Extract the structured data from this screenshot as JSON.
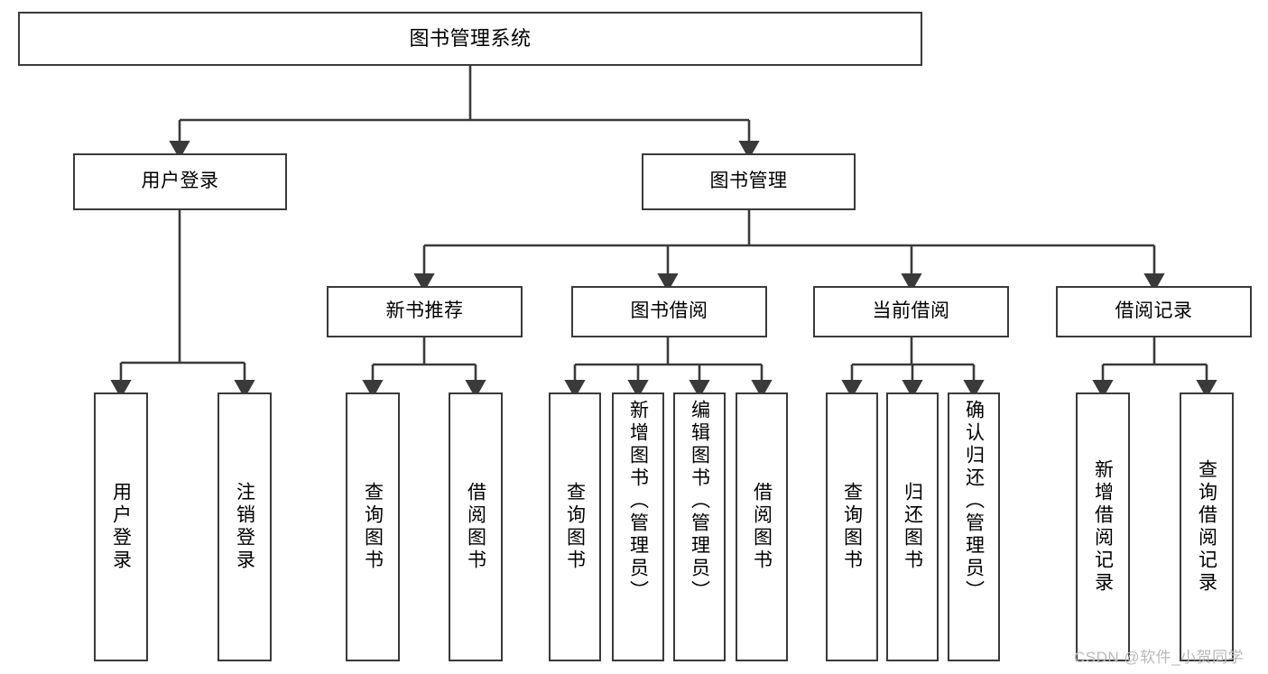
{
  "diagram": {
    "type": "tree-hierarchy-diagram",
    "title": "图书管理系统",
    "style": {
      "box_fill": "#ffffff",
      "box_stroke": "#3a3a3a",
      "edge_color": "#3a3a3a",
      "background": "#ffffff",
      "text_color": "#000000"
    },
    "nodes": {
      "root": {
        "label": "图书管理系统",
        "level": 0,
        "orientation": "horizontal"
      },
      "level1": [
        {
          "id": "user-login",
          "label": "用户登录",
          "orientation": "horizontal"
        },
        {
          "id": "book-manage",
          "label": "图书管理",
          "orientation": "horizontal"
        }
      ],
      "level2": [
        {
          "id": "new-book-recommend",
          "label": "新书推荐",
          "parent": "book-manage",
          "orientation": "horizontal"
        },
        {
          "id": "book-borrow",
          "label": "图书借阅",
          "parent": "book-manage",
          "orientation": "horizontal"
        },
        {
          "id": "current-borrow",
          "label": "当前借阅",
          "parent": "book-manage",
          "orientation": "horizontal"
        },
        {
          "id": "borrow-record",
          "label": "借阅记录",
          "parent": "book-manage",
          "orientation": "horizontal"
        }
      ],
      "leaves": [
        {
          "id": "leaf-user-login",
          "label": "用户登录",
          "parent": "user-login",
          "orientation": "vertical"
        },
        {
          "id": "leaf-logout-login",
          "label": "注销登录",
          "parent": "user-login",
          "orientation": "vertical"
        },
        {
          "id": "leaf-query-book-1",
          "label": "查询图书",
          "parent": "new-book-recommend",
          "orientation": "vertical"
        },
        {
          "id": "leaf-borrow-book-1",
          "label": "借阅图书",
          "parent": "new-book-recommend",
          "orientation": "vertical"
        },
        {
          "id": "leaf-query-book-2",
          "label": "查询图书",
          "parent": "book-borrow",
          "orientation": "vertical"
        },
        {
          "id": "leaf-add-book",
          "label": "新增图书（管理员）",
          "parent": "book-borrow",
          "orientation": "vertical"
        },
        {
          "id": "leaf-edit-book",
          "label": "编辑图书（管理员）",
          "parent": "book-borrow",
          "orientation": "vertical"
        },
        {
          "id": "leaf-borrow-book-2",
          "label": "借阅图书",
          "parent": "book-borrow",
          "orientation": "vertical"
        },
        {
          "id": "leaf-query-book-3",
          "label": "查询图书",
          "parent": "current-borrow",
          "orientation": "vertical"
        },
        {
          "id": "leaf-return-book",
          "label": "归还图书",
          "parent": "current-borrow",
          "orientation": "vertical"
        },
        {
          "id": "leaf-confirm-return",
          "label": "确认归还（管理员）",
          "parent": "current-borrow",
          "orientation": "vertical"
        },
        {
          "id": "leaf-add-record",
          "label": "新增借阅记录",
          "parent": "borrow-record",
          "orientation": "vertical"
        },
        {
          "id": "leaf-query-record",
          "label": "查询借阅记录",
          "parent": "borrow-record",
          "orientation": "vertical"
        }
      ]
    }
  },
  "watermark": {
    "text": "CSDN @软件_小贺同学"
  }
}
